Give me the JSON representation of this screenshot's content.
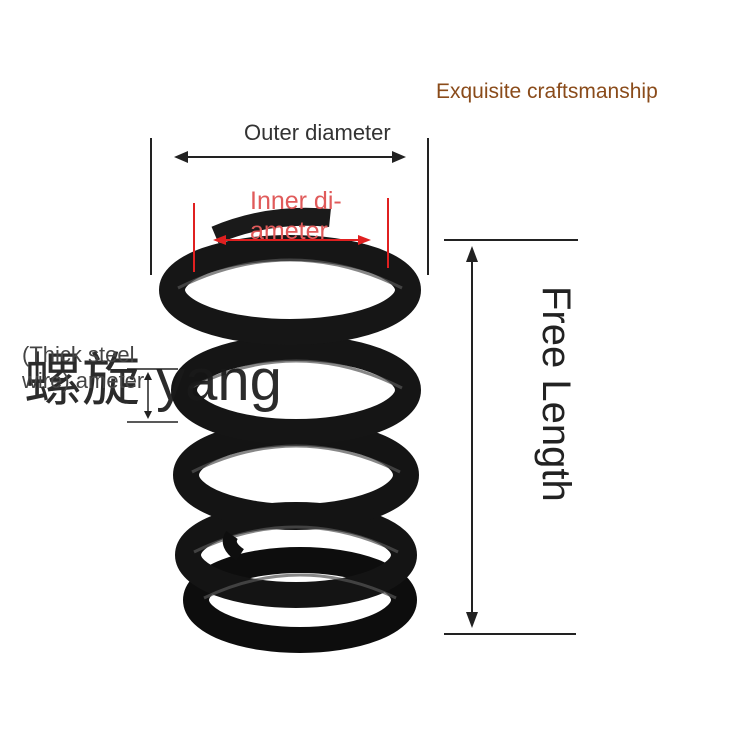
{
  "tagline": "Exquisite craftsmanship",
  "labels": {
    "outer_diameter": "Outer diameter",
    "inner_diameter": "Inner di- ameter",
    "wire_diameter": "(Thick steel wire) ameter",
    "free_length": "Free Length"
  },
  "watermark": "螺旋 yang",
  "colors": {
    "tagline": "#8a4b1a",
    "inner_marker": "#e02020",
    "spring": "#151515"
  }
}
